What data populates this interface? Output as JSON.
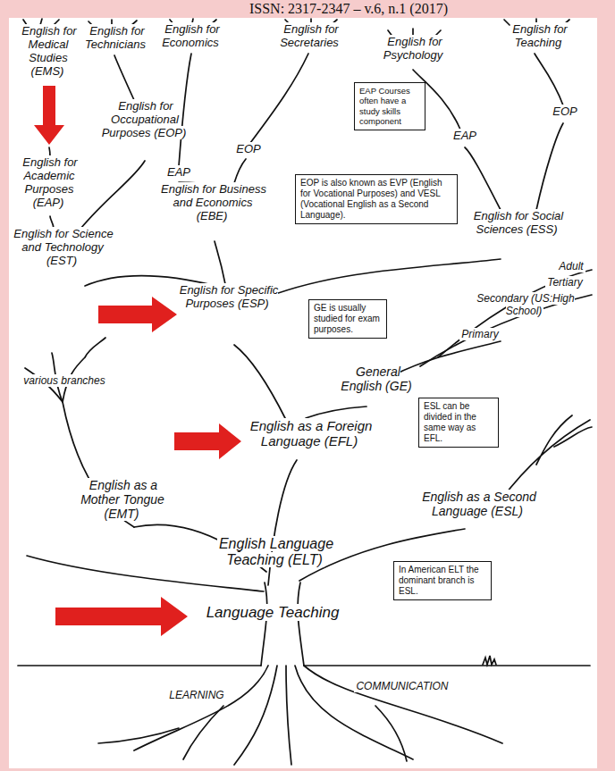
{
  "diagram": {
    "nodes": [
      {
        "text": [
          "EAP Courses often have a study skills component"
        ]
      },
      {
        "text": [
          "EOP is also known as EVP (English for Vocational Purposes) and VESL (Vocational English as a Second Language)."
        ]
      },
      {
        "text": [
          "GE is usually studied for exam purposes."
        ]
      },
      {
        "text": [
          "ESL can be divided in the same way as EFL."
        ]
      },
      {
        "text": [
          "In American ELT the dominant branch is ESL."
        ]
      }
    ],
    "labels": [
      "ISSN: 2317-2347 – v.6, n.1 (2017)",
      "English for Medical Studies (EMS)",
      "English for Technicians",
      "English for Economics",
      "English for Secretaries",
      "English for Psychology",
      "English for Teaching",
      "EOP",
      "English for Occupational Purposes (EOP)",
      "EOP",
      "EAP",
      "English for Academic Purposes (EAP)",
      "EAP",
      "English for Business and Economics (EBE)",
      "English for Science and Technology (EST)",
      "English for Social Sciences (ESS)",
      "Adult",
      "Tertiary",
      "English for Specific Purposes (ESP)",
      "Secondary (US:High School)",
      "Primary",
      "General English (GE)",
      "various branches",
      "English as a Foreign Language (EFL)",
      "English as a Mother Tongue (EMT)",
      "English as a Second Language (ESL)",
      "English Language Teaching (ELT)",
      "Language Teaching",
      "LEARNING",
      "COMMUNICATION"
    ]
  }
}
